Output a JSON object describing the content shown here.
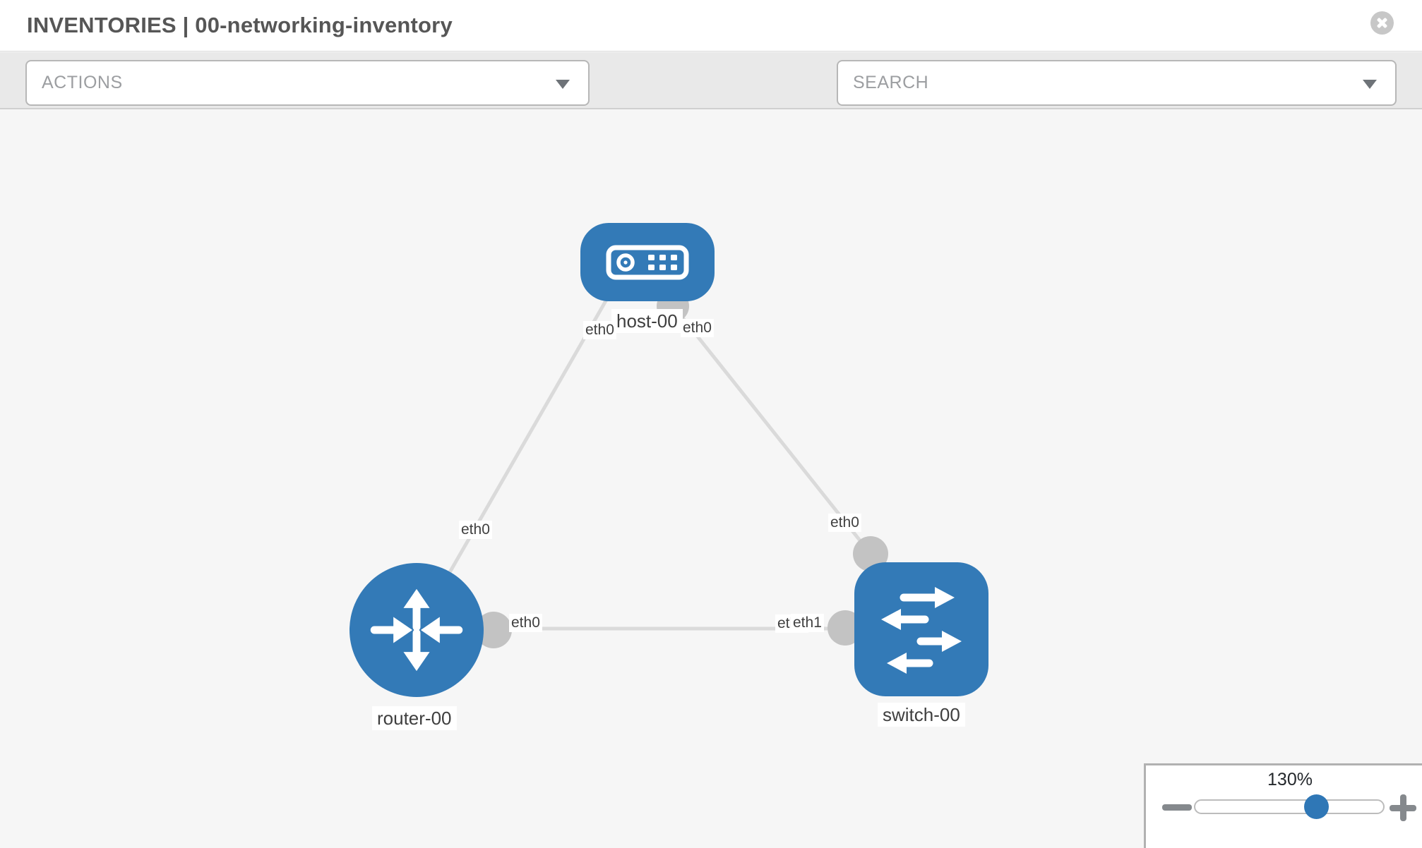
{
  "header": {
    "title": "INVENTORIES | 00-networking-inventory"
  },
  "toolbar": {
    "actions_label": "ACTIONS",
    "search_label": "SEARCH"
  },
  "topology": {
    "nodes": [
      {
        "id": "host-00",
        "label": "host-00",
        "type": "host"
      },
      {
        "id": "router-00",
        "label": "router-00",
        "type": "router"
      },
      {
        "id": "switch-00",
        "label": "switch-00",
        "type": "switch"
      }
    ],
    "links": [
      {
        "source": "host-00",
        "source_label": "eth0",
        "target": "router-00",
        "target_label": "eth0"
      },
      {
        "source": "host-00",
        "source_label": "eth0",
        "target": "switch-00",
        "target_label": "eth0"
      },
      {
        "source": "router-00",
        "source_label": "eth0",
        "target": "switch-00",
        "target_label": "eth1",
        "target_label_under": "eth0"
      }
    ]
  },
  "zoom_control": {
    "level": "130%"
  },
  "icons": {
    "close": "x-circle-icon",
    "actions_dropdown": "chevron-down-icon",
    "tools": [
      "wrench-icon",
      "key-icon"
    ],
    "zoom": [
      "minus-icon",
      "plus-icon"
    ]
  },
  "colors": {
    "node_blue": "#337ab7",
    "slider_handle_blue": "#2f77b6",
    "link_gray": "#dadada",
    "connector_gray": "#c3c3c3",
    "toolbar_bg": "#e9e9e9",
    "canvas_bg": "#f6f6f6",
    "title_text": "#565656",
    "placeholder_text": "#9c9ea1"
  }
}
